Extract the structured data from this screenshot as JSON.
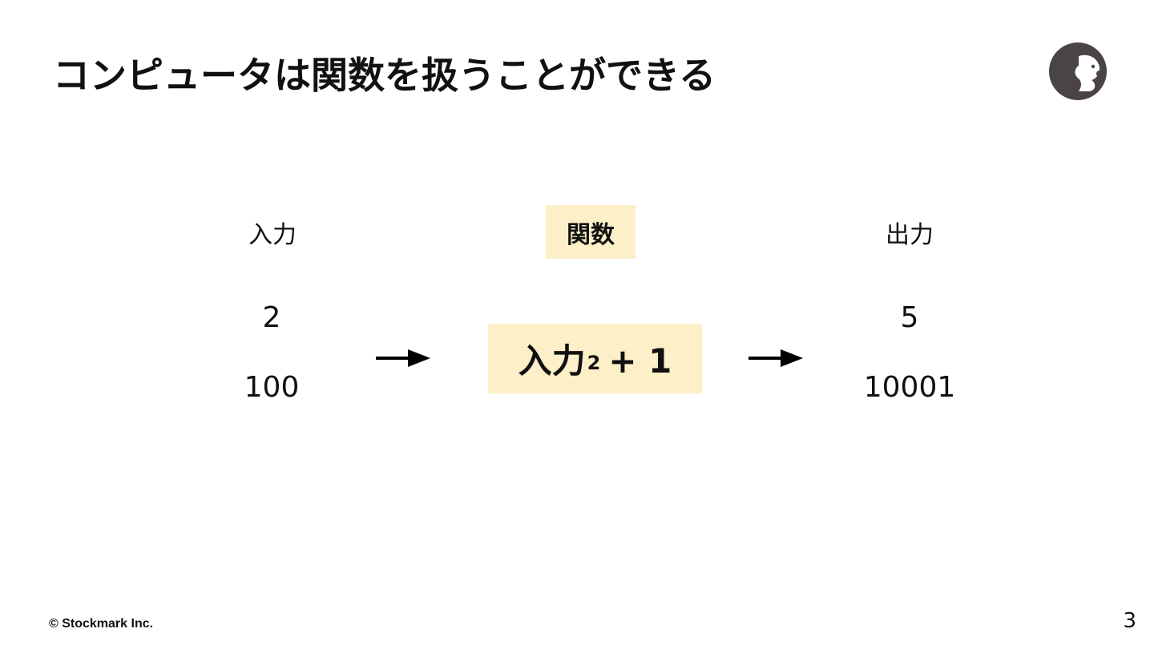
{
  "slide": {
    "title": "コンピュータは関数を扱うことができる",
    "page_number": "3",
    "copyright": "© Stockmark Inc."
  },
  "logo": {
    "icon": "squirrel-icon",
    "color": "#4a4544"
  },
  "diagram": {
    "input_label": "入力",
    "function_label": "関数",
    "output_label": "出力",
    "inputs": [
      "2",
      "100"
    ],
    "outputs": [
      "5",
      "10001"
    ],
    "formula": {
      "base": "入力",
      "exponent": "2",
      "rest": "+ 1"
    },
    "highlight_color": "#fdf0c8",
    "arrow_icon": "arrow-right-icon"
  }
}
